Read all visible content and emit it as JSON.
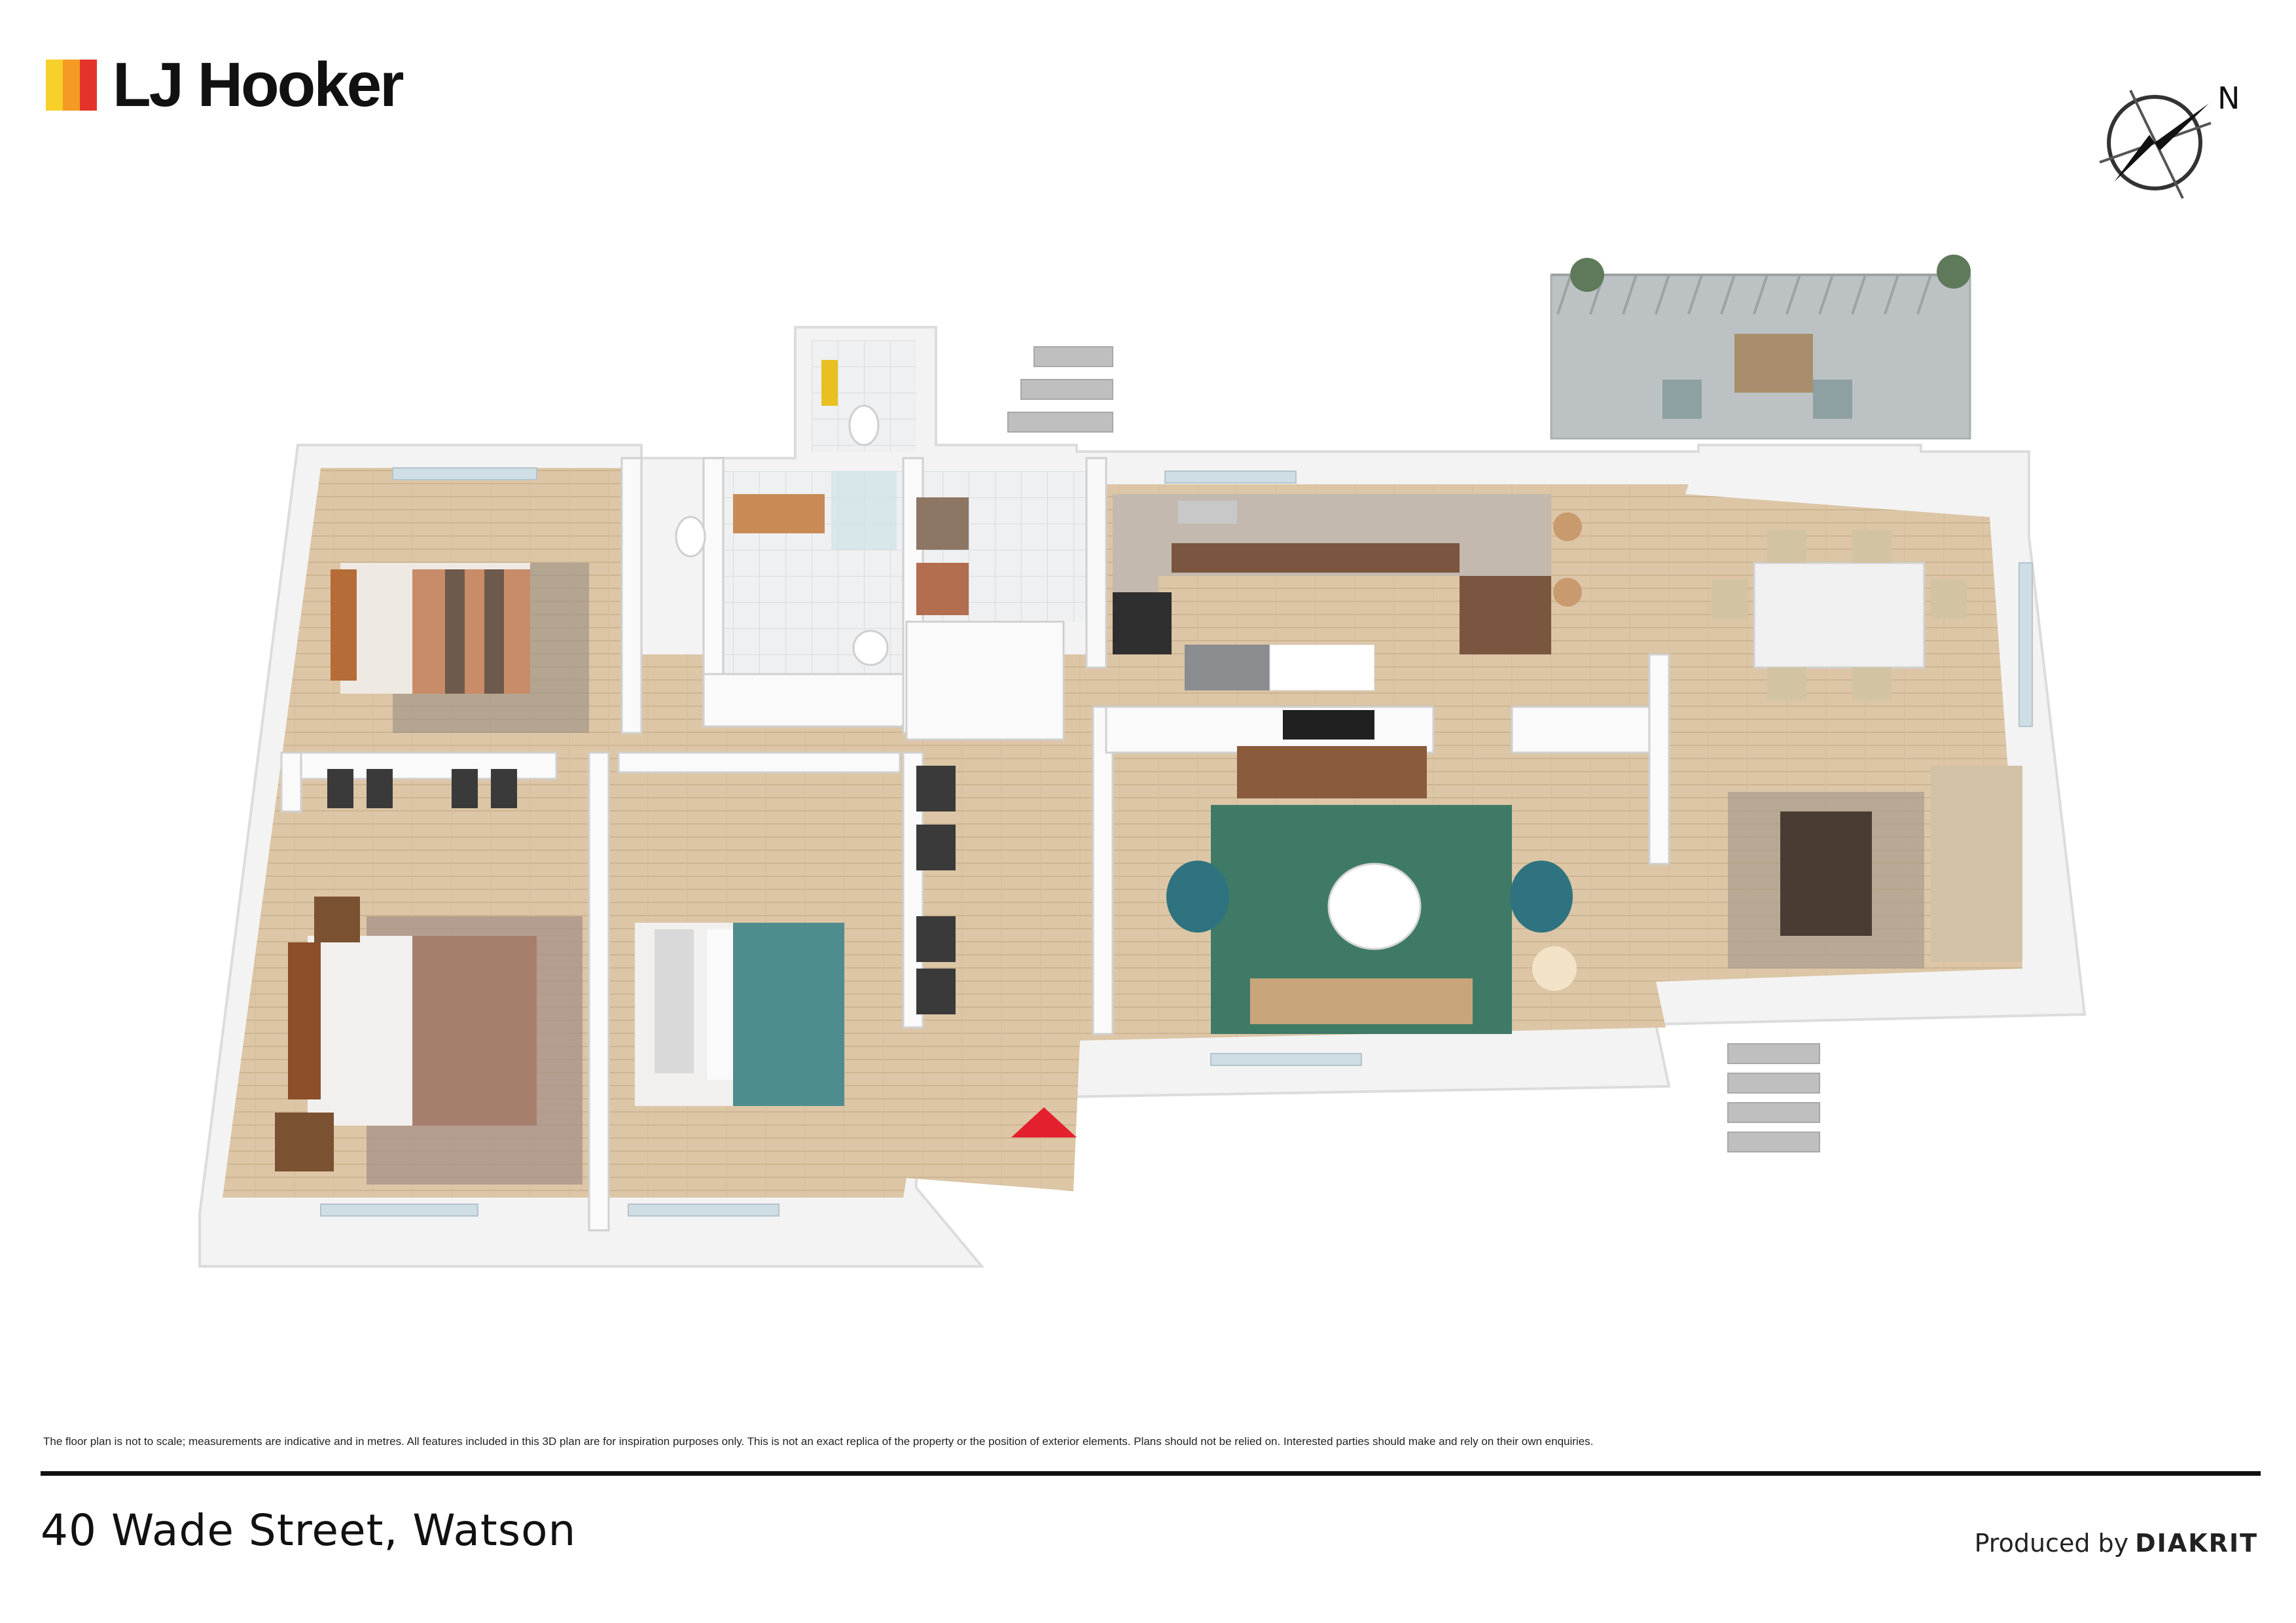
{
  "brand": {
    "name": "LJ Hooker",
    "mark_colors": [
      "#f7d02a",
      "#f59a22",
      "#e4332b"
    ]
  },
  "compass": {
    "label": "N"
  },
  "floor_plan": {
    "icons": [
      "bed-icon",
      "sofa-icon",
      "dining-table-icon",
      "kitchen-sink-icon",
      "toilet-icon",
      "shower-icon",
      "wardrobe-icon",
      "plant-icon",
      "stairs-icon",
      "entry-arrow-icon"
    ],
    "colors": {
      "floor": "#dcc6a6",
      "wall": "#f4f4f4",
      "rug_green": "#3f7a67",
      "teal_bedding": "#4f8c8e",
      "brown_bedding": "#a57f6c",
      "entry_marker": "#e5202e",
      "balcony": "#bcc2c3"
    }
  },
  "disclaimer": "The floor plan is not to scale; measurements are indicative and in metres. All features included in this 3D plan are for inspiration purposes only. This is not an exact replica of the property or the position of exterior elements. Plans should not be relied on. Interested parties should make and rely on their own enquiries.",
  "footer": {
    "address": "40 Wade Street, Watson",
    "produced_by": "Produced by",
    "producer": "DIAKRIT"
  }
}
